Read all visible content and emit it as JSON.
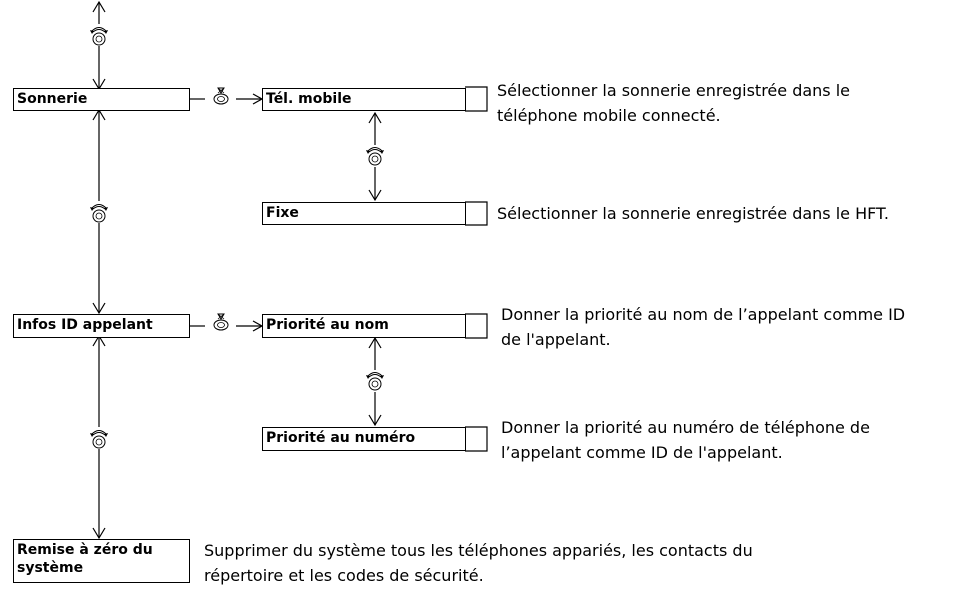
{
  "menu": {
    "ringtone": {
      "label": "Sonnerie",
      "options": [
        {
          "label": "Tél. mobile",
          "description_lines": [
            "Sélectionner la sonnerie enregistrée dans le",
            "téléphone mobile connecté."
          ]
        },
        {
          "label": "Fixe",
          "description_lines": [
            "Sélectionner la sonnerie enregistrée dans le HFT."
          ]
        }
      ]
    },
    "caller_id": {
      "label": "Infos ID appelant",
      "options": [
        {
          "label": "Priorité au nom",
          "description_lines": [
            "Donner la priorité au nom de l’appelant comme ID",
            "de l'appelant."
          ]
        },
        {
          "label": "Priorité au numéro",
          "description_lines": [
            "Donner la priorité au numéro de téléphone de",
            "l’appelant comme ID de l'appelant."
          ]
        }
      ]
    },
    "reset": {
      "label_lines": [
        "Remise à zéro du",
        "système"
      ],
      "description_lines": [
        "Supprimer du système tous les téléphones appariés, les contacts du",
        "répertoire et les codes de sécurité."
      ]
    }
  },
  "icons": {
    "rotate": "rotate-knob-icon",
    "press": "press-knob-icon"
  }
}
